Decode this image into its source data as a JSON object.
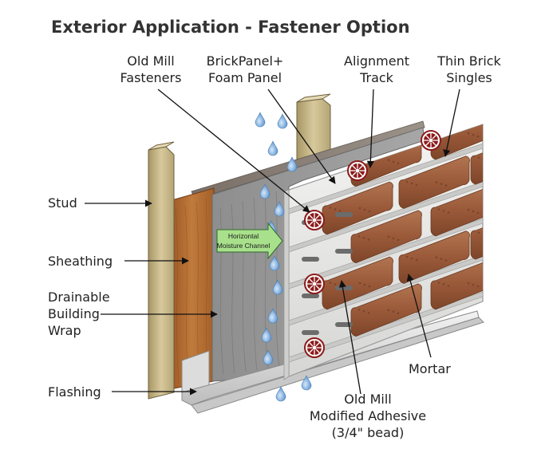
{
  "title": "Exterior Application - Fastener Option",
  "labels": {
    "old_mill_fasteners": [
      "Old Mill",
      "Fasteners"
    ],
    "brickpanel": [
      "BrickPanel+",
      "Foam Panel"
    ],
    "alignment_track": [
      "Alignment",
      "Track"
    ],
    "thin_brick_singles": [
      "Thin Brick",
      "Singles"
    ],
    "stud": "Stud",
    "sheathing": "Sheathing",
    "building_wrap": [
      "Drainable",
      "Building",
      "Wrap"
    ],
    "flashing": "Flashing",
    "mortar": "Mortar",
    "adhesive": [
      "Old Mill",
      "Modified Adhesive",
      "(3/4\" bead)"
    ]
  },
  "channel_label": [
    "Horizontal",
    "Moisture Channel"
  ],
  "colors": {
    "brick": "#9a5a3a",
    "panel": "#e4e4e2",
    "wrap": "#8a8a8a",
    "stud": "#c8b88a",
    "sheathing": "#a8642a",
    "fastener": "#8b1a1a",
    "channel_arrow": "#a8e08c",
    "water": "#7fb0e0"
  }
}
